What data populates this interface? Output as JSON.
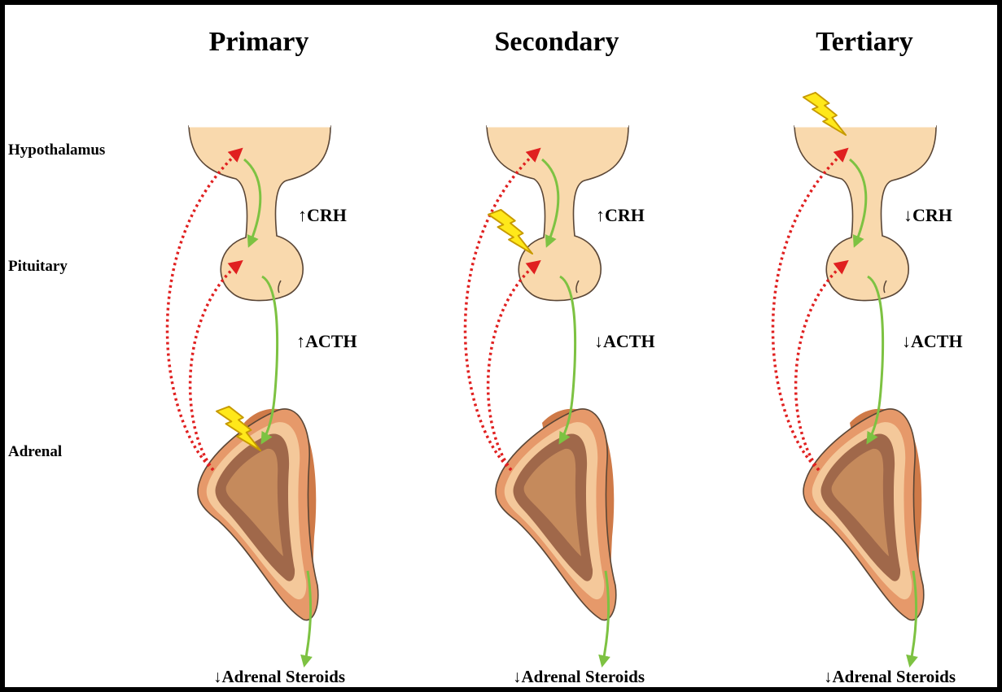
{
  "columns": [
    {
      "title": "Primary",
      "crh_label": "↑CRH",
      "acth_label": "↑ACTH",
      "output_label": "↓Adrenal Steroids",
      "lesion_site": "adrenal"
    },
    {
      "title": "Secondary",
      "crh_label": "↑CRH",
      "acth_label": "↓ACTH",
      "output_label": "↓Adrenal Steroids",
      "lesion_site": "pituitary"
    },
    {
      "title": "Tertiary",
      "crh_label": "↓CRH",
      "acth_label": "↓ACTH",
      "output_label": "↓Adrenal Steroids",
      "lesion_site": "hypothalamus"
    }
  ],
  "row_labels": {
    "hypothalamus": "Hypothalamus",
    "pituitary": "Pituitary",
    "adrenal": "Adrenal"
  },
  "colors": {
    "gland_fill": "#f9d9ad",
    "gland_stroke": "#5a4636",
    "adrenal_outer": "#e6996a",
    "adrenal_shade": "#cf7a48",
    "adrenal_cortex": "#f4c89a",
    "adrenal_medulla": "#a0684a",
    "adrenal_core": "#c58a5c",
    "stimulation_arrow": "#7dc242",
    "feedback_arrow": "#e02020",
    "lightning_fill": "#ffe81a",
    "lightning_stroke": "#c79a00"
  },
  "icons": {
    "lesion": "lightning-bolt-icon"
  }
}
